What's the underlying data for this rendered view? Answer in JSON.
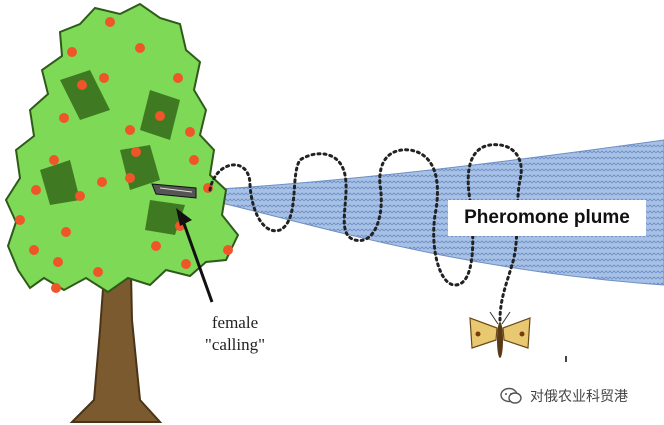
{
  "labels": {
    "plume": "Pheromone plume",
    "female_line1": "female",
    "female_line2": "\"calling\""
  },
  "watermark": {
    "text": "对俄农业科贸港",
    "icon": "wechat-icon"
  },
  "colors": {
    "foliage": "#7ed957",
    "foliage_dark": "#3f7a22",
    "fruit": "#f0552a",
    "trunk": "#7a5a2e",
    "plume": "#9db9e0",
    "flight_path": "#222222"
  }
}
